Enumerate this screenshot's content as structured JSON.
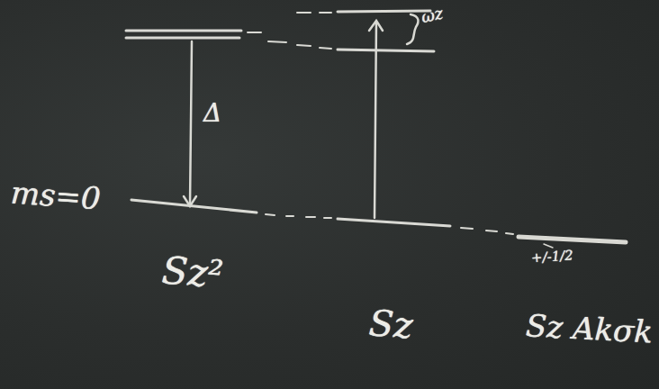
{
  "diagram": {
    "labels": [
      "Δ",
      "ms=0",
      "ωz",
      "Sz²",
      "Sz",
      "Sz Akσk",
      "+/-1/2"
    ]
  }
}
